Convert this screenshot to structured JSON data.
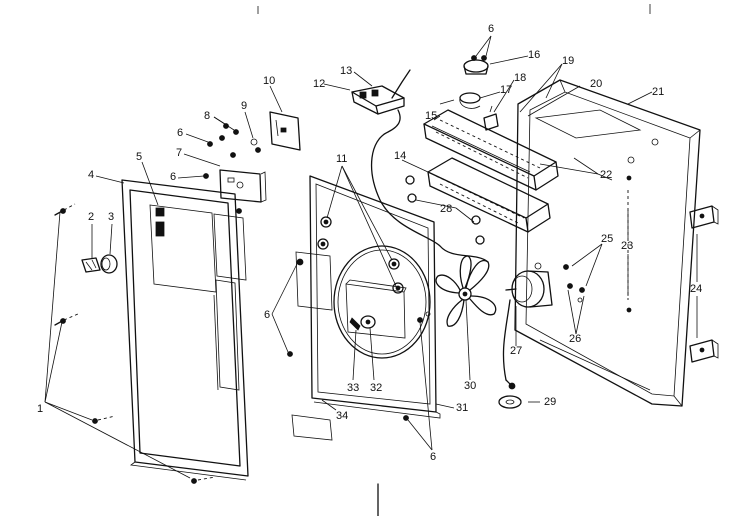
{
  "callouts": {
    "c1": "1",
    "c2": "2",
    "c3": "3",
    "c4": "4",
    "c5": "5",
    "c6a": "6",
    "c6b": "6",
    "c6c": "6",
    "c6d": "6",
    "c6e": "6",
    "c7": "7",
    "c8": "8",
    "c9": "9",
    "c10": "10",
    "c11": "11",
    "c12": "12",
    "c13": "13",
    "c14": "14",
    "c15": "15",
    "c16": "16",
    "c17": "17",
    "c18": "18",
    "c19": "19",
    "c20": "20",
    "c21": "21",
    "c22": "22",
    "c23": "23",
    "c24": "24",
    "c25": "25",
    "c26": "26",
    "c27": "27",
    "c28": "28",
    "c29": "29",
    "c30": "30",
    "c31": "31",
    "c32": "32",
    "c33": "33",
    "c34": "34"
  }
}
